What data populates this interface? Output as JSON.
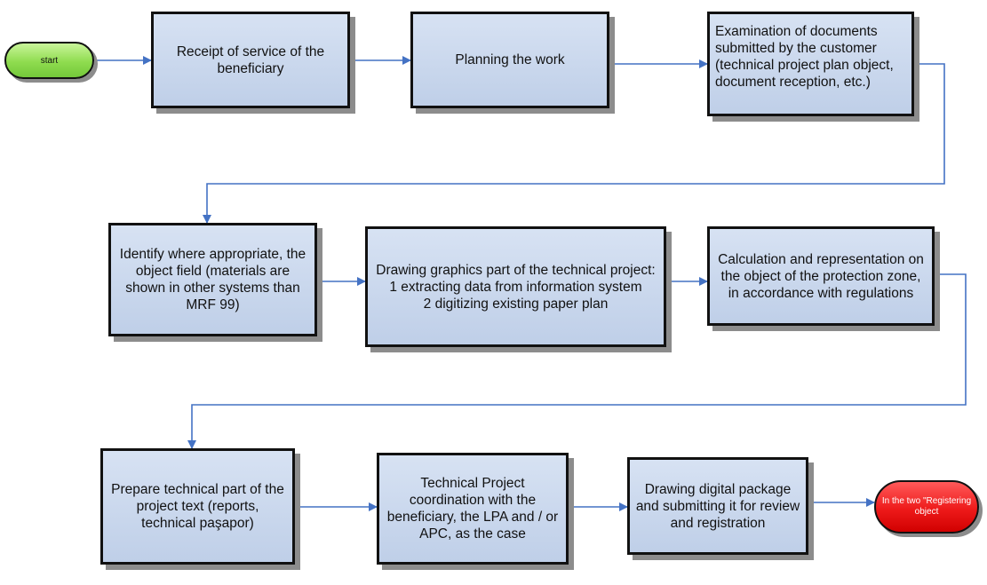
{
  "diagram": {
    "terminals": {
      "start": "start",
      "end": "In the two \"Registering object"
    },
    "steps": {
      "receipt": "Receipt of service of the beneficiary",
      "planning": "Planning the work",
      "examination": "Examination of documents submitted by the customer (technical project plan object, document reception, etc.)",
      "identify": "Identify where appropriate, the object field (materials are shown in other systems than MRF 99)",
      "drawing_title": "Drawing graphics part of the technical project:",
      "drawing_line1": "1 extracting data from information system",
      "drawing_line2": "2 digitizing existing paper plan",
      "calculation": "Calculation and representation on the object of the protection zone, in accordance with regulations",
      "prepare": "Prepare technical part of the project text (reports, technical paşapor)",
      "coordination": "Technical Project coordination with the beneficiary, the LPA and / or APC, as the case",
      "package": "Drawing digital package and submitting it for review and registration"
    },
    "colors": {
      "connector": "#4472c4",
      "box_fill": "#c9d6ec",
      "start_fill": "#8fdc4f",
      "end_fill": "#ee1a1a"
    }
  }
}
